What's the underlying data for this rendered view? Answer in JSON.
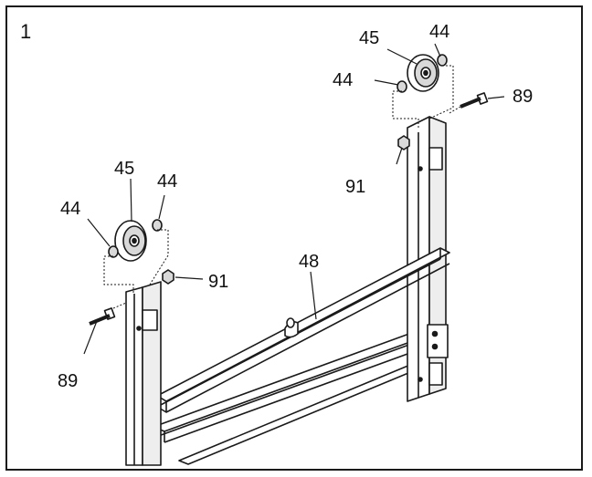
{
  "step_number": "1",
  "part_labels": {
    "pulley_right": "45",
    "spacer_right_top": "44",
    "spacer_right_left": "44",
    "bolt_right": "89",
    "nut_right": "91",
    "pulley_left": "45",
    "spacer_left_top": "44",
    "spacer_left_left": "44",
    "nut_left": "91",
    "bolt_left": "89",
    "crossbar": "48"
  },
  "colors": {
    "line": "#1a1a1a",
    "fill": "#ffffff",
    "shade": "#d9d9d9"
  }
}
